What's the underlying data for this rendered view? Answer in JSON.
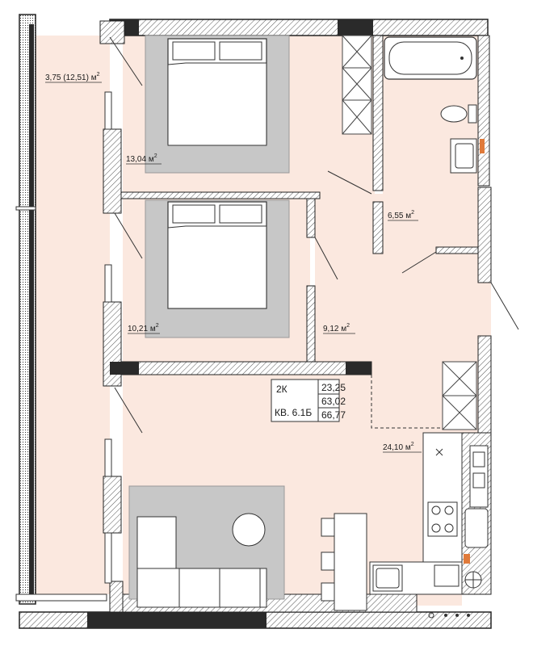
{
  "rooms": {
    "balcony": {
      "area": "3,75 (12,51)",
      "unit": "м",
      "unit_power": "2"
    },
    "bedroom_1": {
      "area": "13,04",
      "unit": "м",
      "unit_power": "2"
    },
    "bedroom_2": {
      "area": "10,21",
      "unit": "м",
      "unit_power": "2"
    },
    "hallway": {
      "area": "9,12",
      "unit": "м",
      "unit_power": "2"
    },
    "bathroom": {
      "area": "6,55",
      "unit": "м",
      "unit_power": "2"
    },
    "living_kitchen": {
      "area": "24,10",
      "unit": "м",
      "unit_power": "2"
    }
  },
  "apartment": {
    "type": "2К",
    "number": "КВ. 6.1Б",
    "living_area": "23,25",
    "total_area": "63,02",
    "total_area_with_balcony": "66,77"
  },
  "colors": {
    "floor_fill": "#fbe8df",
    "wall_dark": "#2a2a2a",
    "hatch": "#555555",
    "rug": "#c7c7c7",
    "accent_orange": "#e07a3a"
  }
}
